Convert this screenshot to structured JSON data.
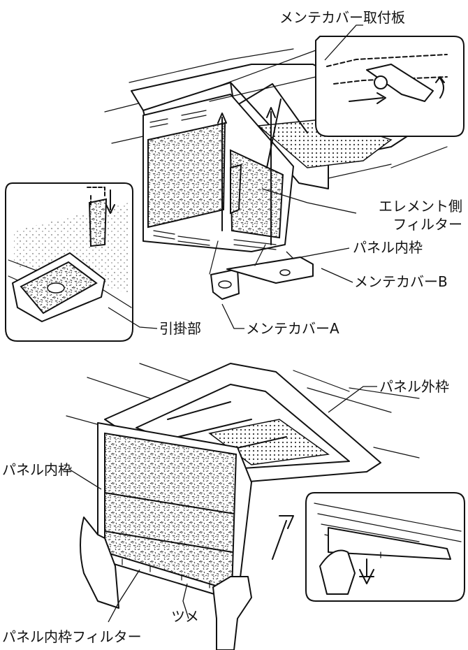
{
  "figure": {
    "labels": {
      "mount_plate": "メンテカバー取付板",
      "element_filter_line1": "エレメント側",
      "element_filter_line2": "フィルター",
      "inner_frame_top": "パネル内枠",
      "cover_b": "メンテカバーB",
      "hook": "引掛部",
      "cover_a": "メンテカバーA",
      "outer_frame": "パネル外枠",
      "inner_frame_bottom": "パネル内枠",
      "claw": "ツメ",
      "inner_frame_filter": "パネル内枠フィルター"
    }
  }
}
